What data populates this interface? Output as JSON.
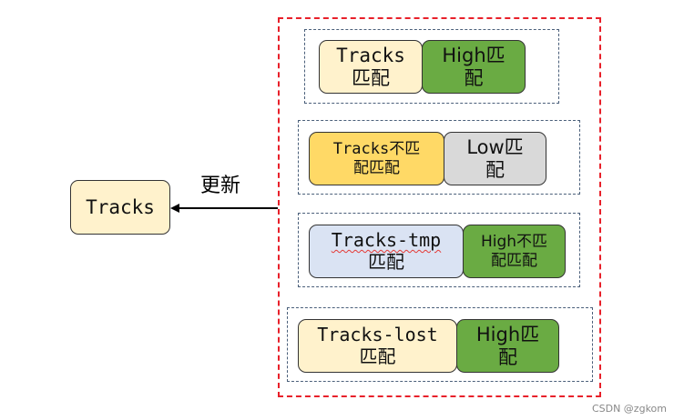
{
  "left_box": {
    "label": "Tracks"
  },
  "arrow": {
    "label": "更新"
  },
  "groups": [
    {
      "left": {
        "line1": "Tracks",
        "line2": "匹配"
      },
      "right": {
        "line1": "High匹",
        "line2": "配"
      }
    },
    {
      "left": {
        "line1": "Tracks不匹",
        "line2": "配匹配"
      },
      "right": {
        "line1": "Low匹",
        "line2": "配"
      }
    },
    {
      "left": {
        "line1": "Tracks-tmp",
        "line2": "匹配"
      },
      "right": {
        "line1": "High不匹",
        "line2": "配匹配"
      }
    },
    {
      "left": {
        "line1": "Tracks-lost",
        "line2": "匹配"
      },
      "right": {
        "line1": "High匹",
        "line2": "配"
      }
    }
  ],
  "watermark": "CSDN @zgkom",
  "colors": {
    "outer_border": "#e8202a",
    "group_border": "#4a5f7a",
    "cream": "#fff2cc",
    "yellow": "#ffd966",
    "blue": "#dae3f3",
    "green": "#6aab43",
    "gray": "#d9d9d9"
  }
}
